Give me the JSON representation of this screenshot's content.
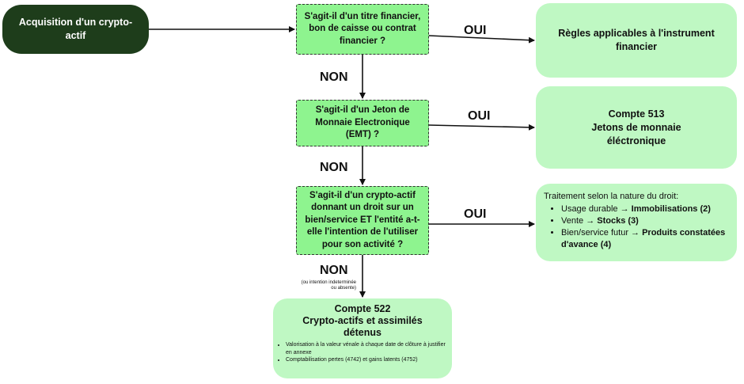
{
  "start": "Acquisition d'un crypto-actif",
  "questions": {
    "q1": "S'agit-il d'un titre financier, bon de caisse ou contrat financier ?",
    "q2": "S'agit-il d'un Jeton de Monnaie Electronique (EMT) ?",
    "q3": "S'agit-il d'un crypto-actif donnant un droit sur un bien/service ET l'entité a-t-elle l'intention de l'utiliser pour son activité ?"
  },
  "labels": {
    "yes": "OUI",
    "no": "NON",
    "no_note": "(ou intention indeterminée ou absente)"
  },
  "results": {
    "r1": "Règles applicables à l'instrument financier",
    "r2": {
      "line1": "Compte 513",
      "line2": "Jetons de monnaie éléctronique"
    },
    "r3": {
      "intro": "Traitement selon la nature du droit:",
      "items": [
        {
          "pre": "Usage durable → ",
          "bold": "Immobilisations (2)"
        },
        {
          "pre": "Vente → ",
          "bold": "Stocks (3)"
        },
        {
          "pre": "Bien/service futur → ",
          "bold": "Produits constatées d'avance (4)"
        }
      ]
    },
    "r4": {
      "line1": "Compte 522",
      "line2": "Crypto-actifs et assimilés détenus",
      "bullets": [
        "Valorisation à la valeur vénale à chaque date de clôture à justifier en annexe",
        "Comptabilisation pertes (4742) et gains latents (4752)"
      ]
    }
  }
}
